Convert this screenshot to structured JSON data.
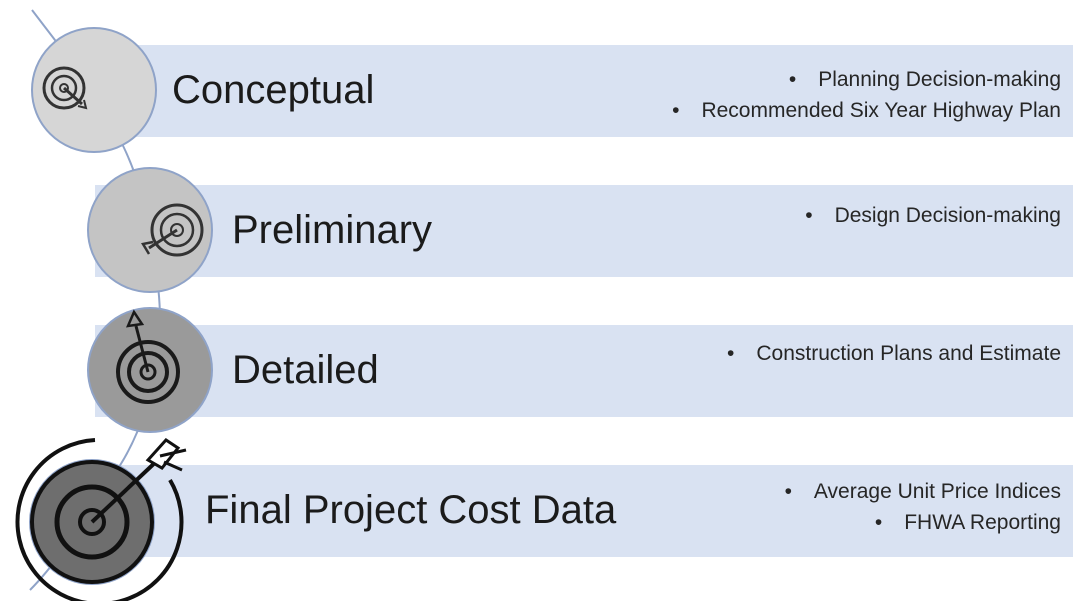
{
  "stages": [
    {
      "title": "Conceptual",
      "icon": "target-arrow-icon",
      "bullets": [
        "Planning Decision-making",
        "Recommended Six Year Highway Plan"
      ]
    },
    {
      "title": "Preliminary",
      "icon": "target-arrow-icon",
      "bullets": [
        "Design Decision-making"
      ]
    },
    {
      "title": "Detailed",
      "icon": "target-arrow-icon",
      "bullets": [
        "Construction Plans and Estimate"
      ]
    },
    {
      "title": "Final Project Cost Data",
      "icon": "target-bullseye-icon",
      "bullets": [
        "Average Unit Price Indices",
        "FHWA Reporting"
      ]
    }
  ],
  "colors": {
    "band": "#d9e2f2",
    "connector": "#8fa3c8",
    "circle_1": "#d6d6d6",
    "circle_2": "#c4c4c4",
    "circle_3": "#9a9a9a",
    "circle_4": "#6e6e6e"
  }
}
